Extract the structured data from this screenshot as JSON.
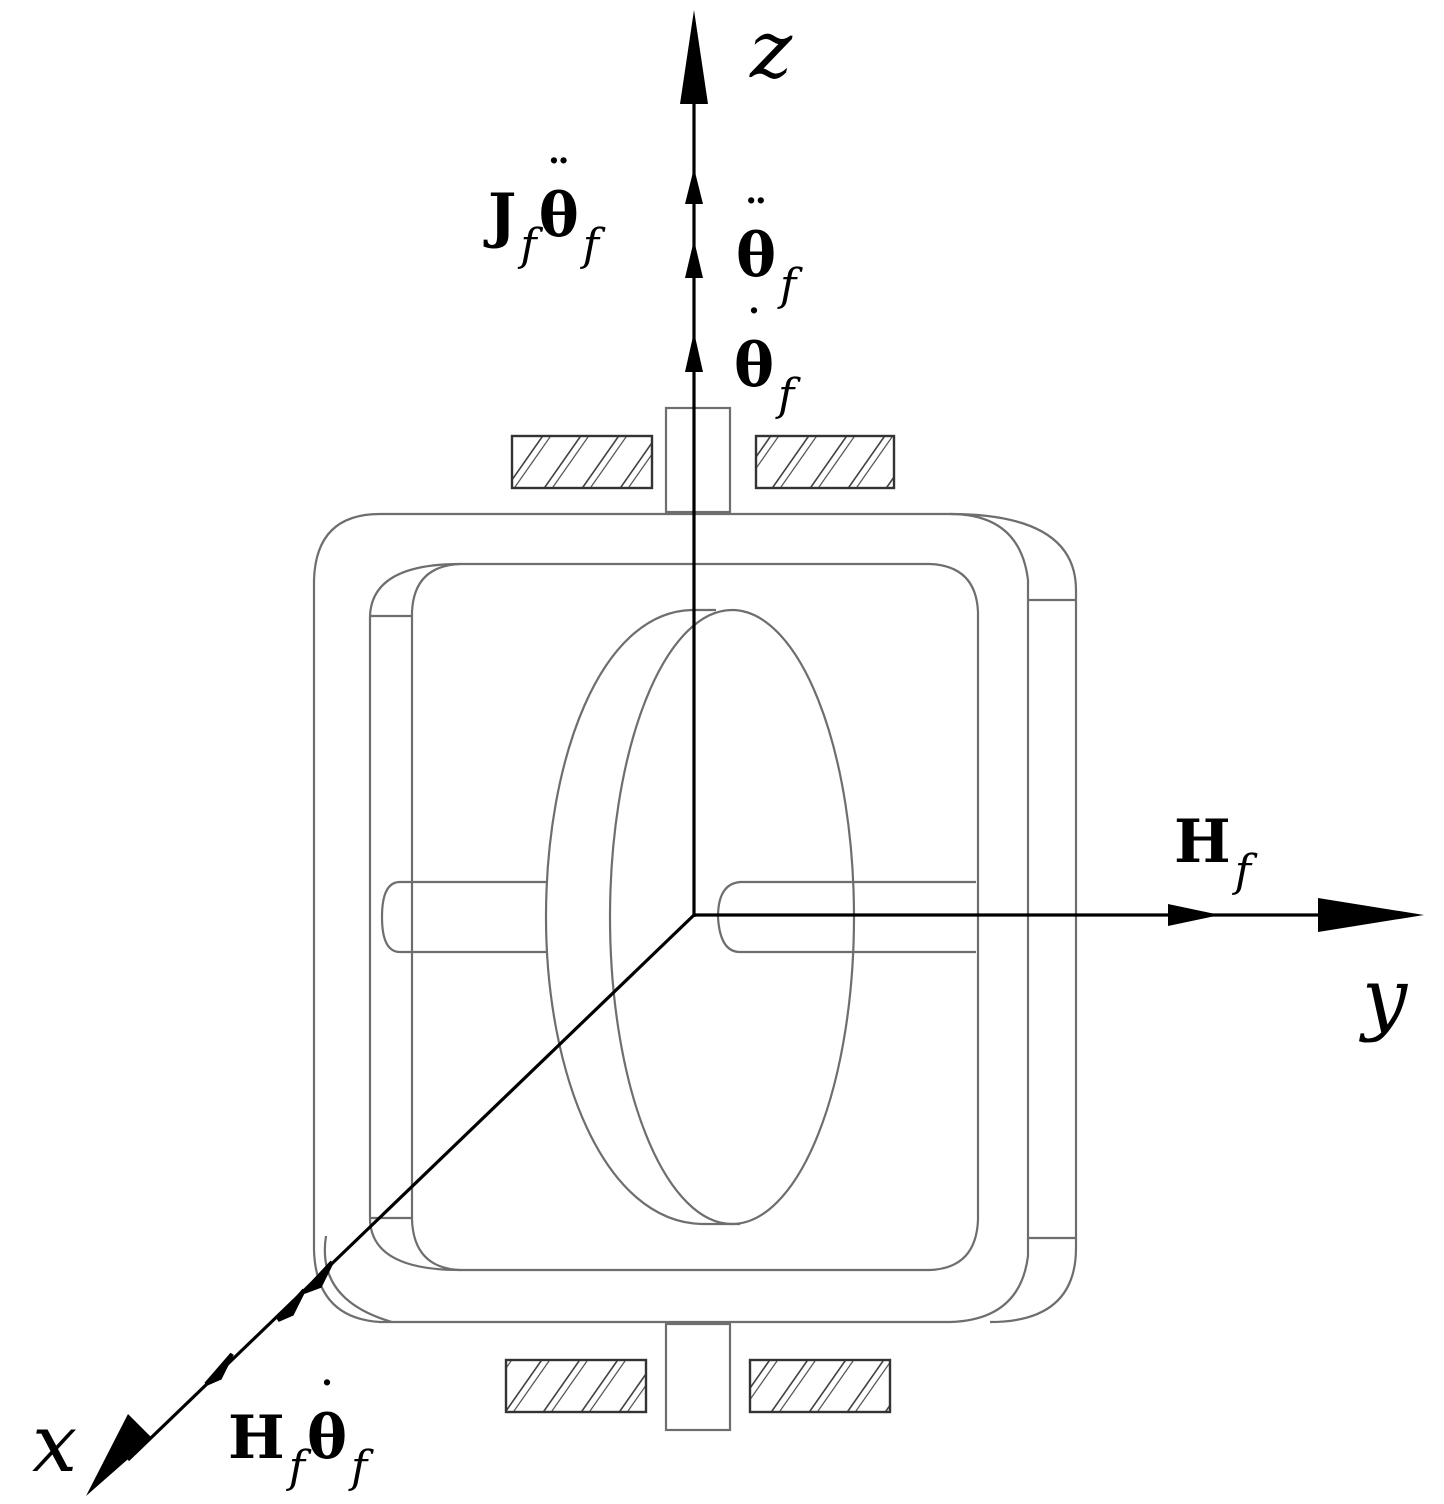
{
  "axes": {
    "x": "x",
    "y": "y",
    "z": "z"
  },
  "vectors": {
    "z_torque": {
      "main": "J",
      "sub": "f",
      "main2": "θ",
      "sub2": "f"
    },
    "z_accel": {
      "main": "θ",
      "sub": "f"
    },
    "z_rate": {
      "main": "θ",
      "sub": "f"
    },
    "y_momentum": {
      "main": "H",
      "sub": "f"
    },
    "x_torque": {
      "main": "H",
      "sub": "f",
      "main2": "θ",
      "sub2": "f"
    }
  }
}
